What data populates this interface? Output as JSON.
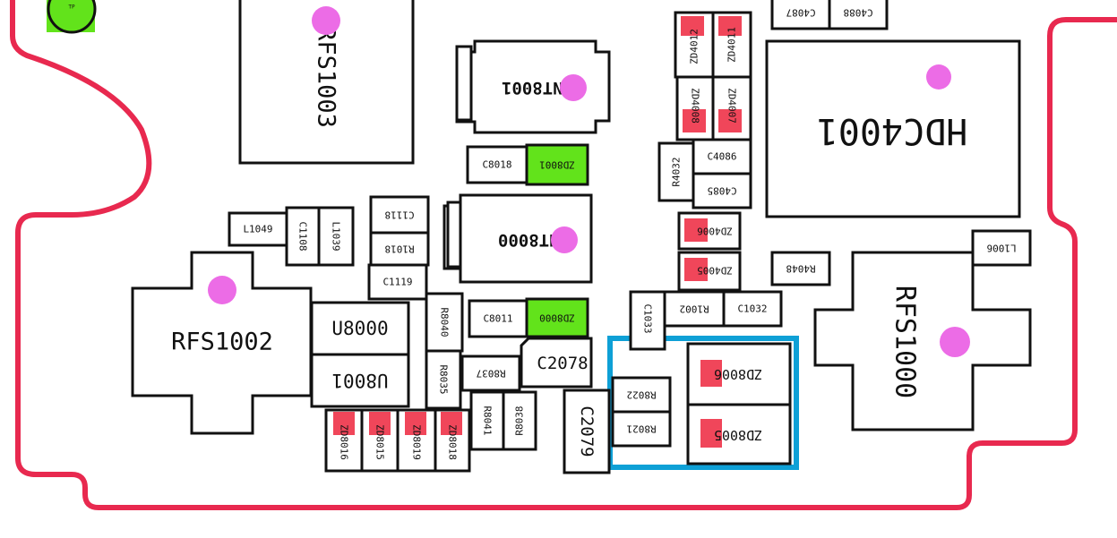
{
  "colors": {
    "outline": "#e8294f",
    "highlight": "#0ea0d6",
    "pad_red": "#f0465a",
    "pad_green": "#62e31b",
    "test_point": "#ec6ce6"
  },
  "labels": {
    "RFS1003": "RFS1003",
    "ANT8001": "ANT8001",
    "ANT8000": "ANT8000",
    "C8018": "C8018",
    "ZD8001": "ZD8001",
    "C1118": "C1118",
    "R1018": "R1018",
    "C1119": "C1119",
    "L1049": "L1049",
    "C1108": "C1108",
    "L1039": "L1039",
    "RFS1002": "RFS1002",
    "U8000": "U8000",
    "U8001": "U8001",
    "R8040": "R8040",
    "R8035": "R8035",
    "C8011": "C8011",
    "ZD8000": "ZD8000",
    "R8037": "R8037",
    "C2078": "C2078",
    "C2079": "C2079",
    "R8041": "R8041",
    "R8038": "R8038",
    "ZD8016": "ZD8016",
    "ZD8015": "ZD8015",
    "ZD8019": "ZD8019",
    "ZD8018": "ZD8018",
    "ZD4012": "ZD4012",
    "ZD4011": "ZD4011",
    "ZD4008": "ZD4008",
    "ZD4007": "ZD4007",
    "C4087": "C4087",
    "C4088": "C4088",
    "HDC4001": "HDC4001",
    "R4032": "R4032",
    "C4086": "C4086",
    "C4085": "C4085",
    "ZD4006": "ZD4006",
    "ZD4005": "ZD4005",
    "R4048": "R4048",
    "L1006": "L1006",
    "C1033": "C1033",
    "R1002": "R1002",
    "C1032": "C1032",
    "RFS1000": "RFS1000",
    "R8022": "R8022",
    "R8021": "R8021",
    "ZD8006": "ZD8006",
    "ZD8005": "ZD8005",
    "TP_TOP": "TP"
  }
}
